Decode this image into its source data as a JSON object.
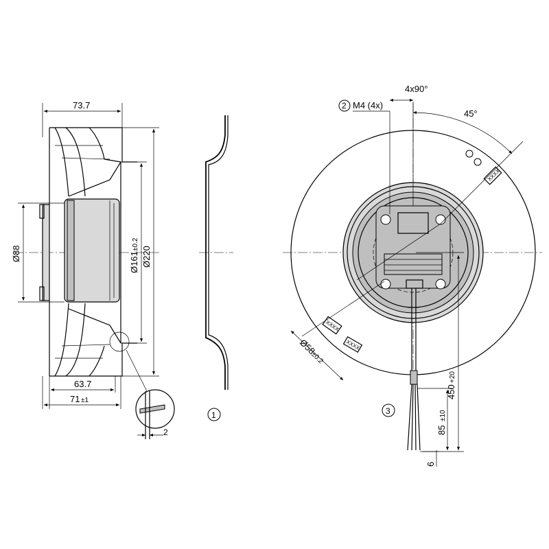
{
  "side_view": {
    "width_total": "73.7",
    "hub_diameter": "Ø88",
    "ring_diameter": "Ø161",
    "ring_tolerance": "±0.2",
    "outer_diameter": "Ø220",
    "inner_width": "63.7",
    "overall_width": "71",
    "overall_tolerance": "±1",
    "detail_thickness": "2"
  },
  "markers": {
    "one": "1",
    "two": "2",
    "three": "3"
  },
  "front_view": {
    "thread": "M4 (4x)",
    "pattern": "4x90°",
    "angle": "45°",
    "bolt_circle": "Ø58",
    "bolt_tolerance": "±0.2",
    "cable_length": "450",
    "cable_tolerance": "+20",
    "strip_length": "85",
    "strip_tolerance": "±10",
    "wire_end": "6"
  }
}
